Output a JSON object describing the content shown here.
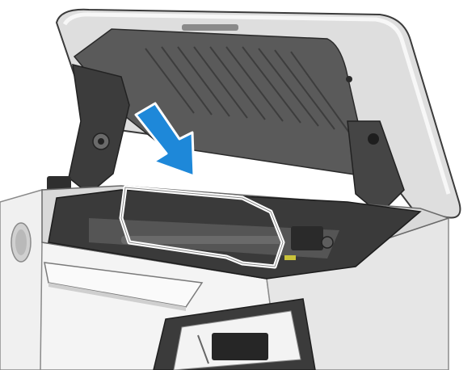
{
  "scene": {
    "subject": "printer-cartridge-installation-illustration",
    "colors": {
      "background": "#ffffff",
      "body_light": "#f2f2f2",
      "body_mid": "#d9d9d9",
      "body_dark": "#4a4a4a",
      "interior_dark": "#3a3a3a",
      "arrow": "#1e88d9",
      "outline_highlight": "#ffffff",
      "accent_yellow": "#c9c23a"
    },
    "icons": {
      "direction_arrow": "down-right-arrow",
      "cartridge_outline": "toner-cartridge-outline"
    }
  }
}
